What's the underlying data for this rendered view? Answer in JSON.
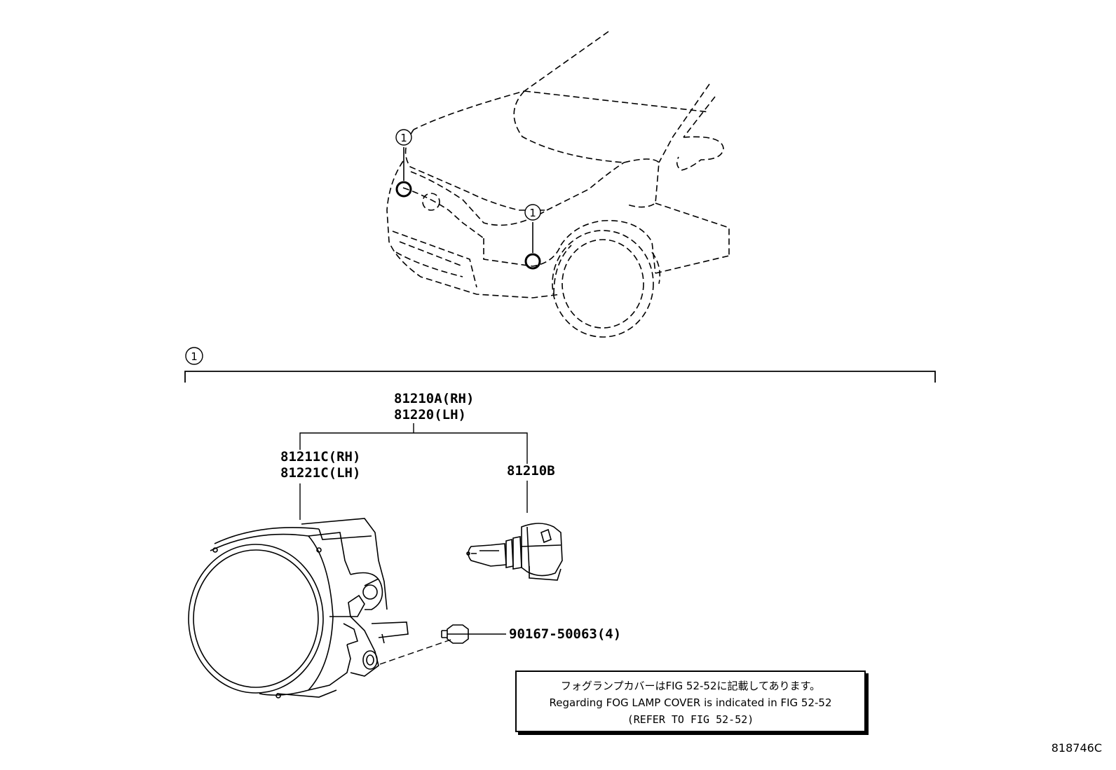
{
  "callouts": {
    "marker": "1"
  },
  "parts": {
    "assembly_rh": "81210A(RH)",
    "assembly_lh": "81220(LH)",
    "unit_rh": "81211C(RH)",
    "unit_lh": "81221C(LH)",
    "bulb": "81210B",
    "screw": "90167-50063(4)"
  },
  "note": {
    "line_jp": "フォグランプカバーはFIG 52-52に記載してあります。",
    "line_en": "Regarding FOG LAMP COVER is indicated in FIG 52-52",
    "line_ref": "(REFER TO FIG 52-52)"
  },
  "figure_id": "818746C"
}
